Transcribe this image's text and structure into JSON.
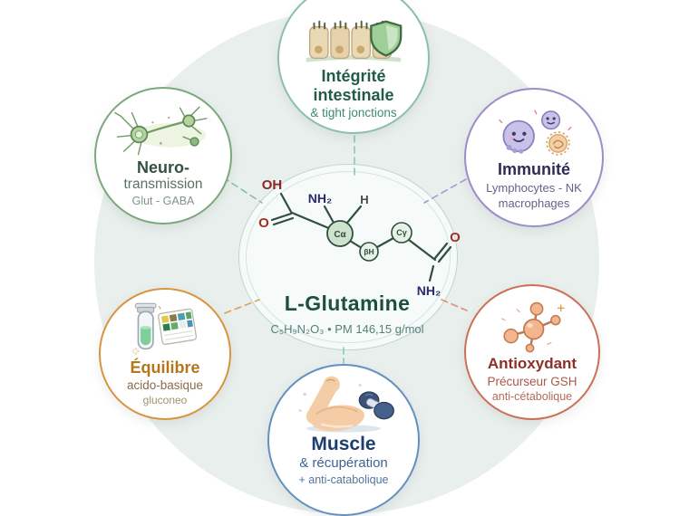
{
  "center": {
    "title": "L-Glutamine",
    "formula": "C₅H₉N₂O₃ • PM 146,15 g/mol",
    "labels": {
      "hydroxyl": "OH",
      "carbonyl_o_left": "O",
      "amine": "NH₂",
      "alpha_h": "H",
      "c_alpha": "Cα",
      "c_beta": "βH",
      "c_gamma": "Cγ",
      "carbonyl_o_right": "O",
      "amide": "NH₂"
    }
  },
  "nodes": [
    {
      "id": "integrite-intestinale",
      "title": "Intégrité intestinale",
      "subtitle1": "& tight jonctions",
      "subtitle2": "",
      "accent": "#225c49",
      "border": "#8cc0a6",
      "icon": "intestinal-barrier-shield-icon"
    },
    {
      "id": "neurotransmission",
      "title": "Neuro-",
      "subtitle1": "transmission",
      "subtitle2": "Glut - GABA",
      "accent": "#33523f",
      "border": "#7ca87c",
      "icon": "neuron-icon"
    },
    {
      "id": "immunite",
      "title": "Immunité",
      "subtitle1": "Lymphocytes - NK",
      "subtitle2": "macrophages",
      "accent": "#2e2c56",
      "border": "#9c8cc8",
      "icon": "immune-cells-icon"
    },
    {
      "id": "equilibre",
      "title": "Équilibre",
      "subtitle1": "acido-basique",
      "subtitle2": "gluconeo",
      "accent": "#b3761d",
      "border": "#d89440",
      "icon": "ph-test-icon"
    },
    {
      "id": "antioxydant",
      "title": "Antioxydant",
      "subtitle1": "Précurseur GSH",
      "subtitle2": "anti-cétabolique",
      "accent": "#8e2f26",
      "border": "#cc7055",
      "icon": "antioxidant-molecule-icon"
    },
    {
      "id": "muscle",
      "title": "Muscle",
      "subtitle1": "& récupération",
      "subtitle2": "+ anti-catabolique",
      "accent": "#1d3d6e",
      "border": "#6490c0",
      "icon": "muscle-arm-dumbbell-icon"
    }
  ],
  "connector_colors": {
    "top": "#86c7b6",
    "neuro": "#8fbf9b",
    "immunite": "#ab9bd4",
    "equilibre": "#dd9f55",
    "antioxydant": "#de8f76",
    "muscle": "#8fc7b8"
  }
}
